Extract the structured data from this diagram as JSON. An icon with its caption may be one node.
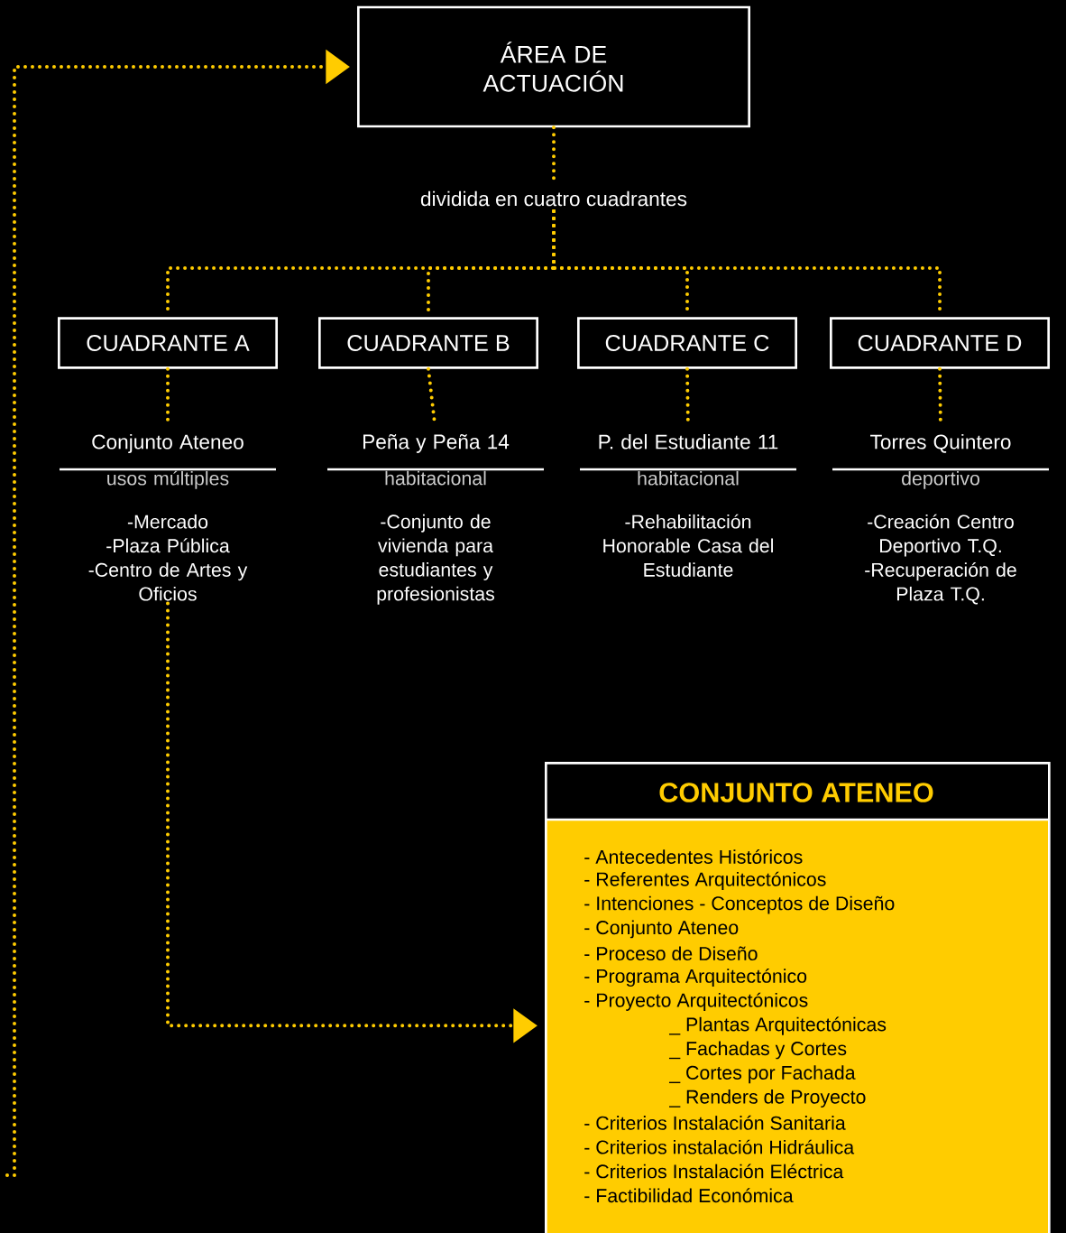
{
  "diagram": {
    "nodes": [
      {
        "text": [
          "ÁREA DE ACTUACIÓN"
        ]
      },
      {
        "text": [
          "dividida en cuatro cuadrantes"
        ]
      },
      {
        "text": [
          "CUADRANTE A"
        ]
      },
      {
        "text": [
          "CUADRANTE B"
        ]
      },
      {
        "text": [
          "CUADRANTE C"
        ]
      },
      {
        "text": [
          "CUADRANTE D"
        ]
      },
      {
        "text": [
          "Conjunto Ateneo",
          "usos múltiples",
          "-Mercado",
          "-Plaza Pública",
          "-Centro de Artes y Oficios"
        ]
      },
      {
        "text": [
          "Peña y Peña 14",
          "habitacional",
          "-Conjunto de vivienda para estudiantes y profesionistas"
        ]
      },
      {
        "text": [
          "P. del Estudiante 11",
          "habitacional",
          "-Rehabilitación Honorable Casa del Estudiante"
        ]
      },
      {
        "text": [
          "Torres Quintero",
          "deportivo",
          "-Creación Centro Deportivo T.Q.",
          "-Recuperación de Plaza T.Q."
        ]
      },
      {
        "text": [
          "CONJUNTO ATENEO",
          "- Antecedentes Históricos",
          "- Referentes Arquitectónicos",
          "- Intenciones - Conceptos de Diseño",
          "- Conjunto Ateneo",
          "- Proceso de Diseño",
          "- Programa Arquitectónico",
          "- Proyecto Arquitectónicos",
          "_ Plantas Arquitectónicas",
          "_ Fachadas y Cortes",
          "_ Cortes por Fachada",
          "_ Renders de Proyecto",
          "- Criterios Instalación Sanitaria",
          "- Criterios instalación Hidráulica",
          "- Criterios Instalación Eléctrica",
          "- Factibilidad Económica"
        ]
      }
    ],
    "edges": [
      {
        "from": 0,
        "to": 1,
        "arrow": "none"
      },
      {
        "from": 1,
        "to": 2,
        "arrow": "none"
      },
      {
        "from": 1,
        "to": 3,
        "arrow": "none"
      },
      {
        "from": 1,
        "to": 4,
        "arrow": "none"
      },
      {
        "from": 1,
        "to": 5,
        "arrow": "none"
      },
      {
        "from": 2,
        "to": 6,
        "arrow": "none"
      },
      {
        "from": 3,
        "to": 7,
        "arrow": "none"
      },
      {
        "from": 4,
        "to": 8,
        "arrow": "none"
      },
      {
        "from": 5,
        "to": 9,
        "arrow": "none"
      },
      {
        "from": 6,
        "to": 10,
        "arrow": "to"
      },
      {
        "from": null,
        "to": 0,
        "arrow": "to"
      }
    ]
  }
}
